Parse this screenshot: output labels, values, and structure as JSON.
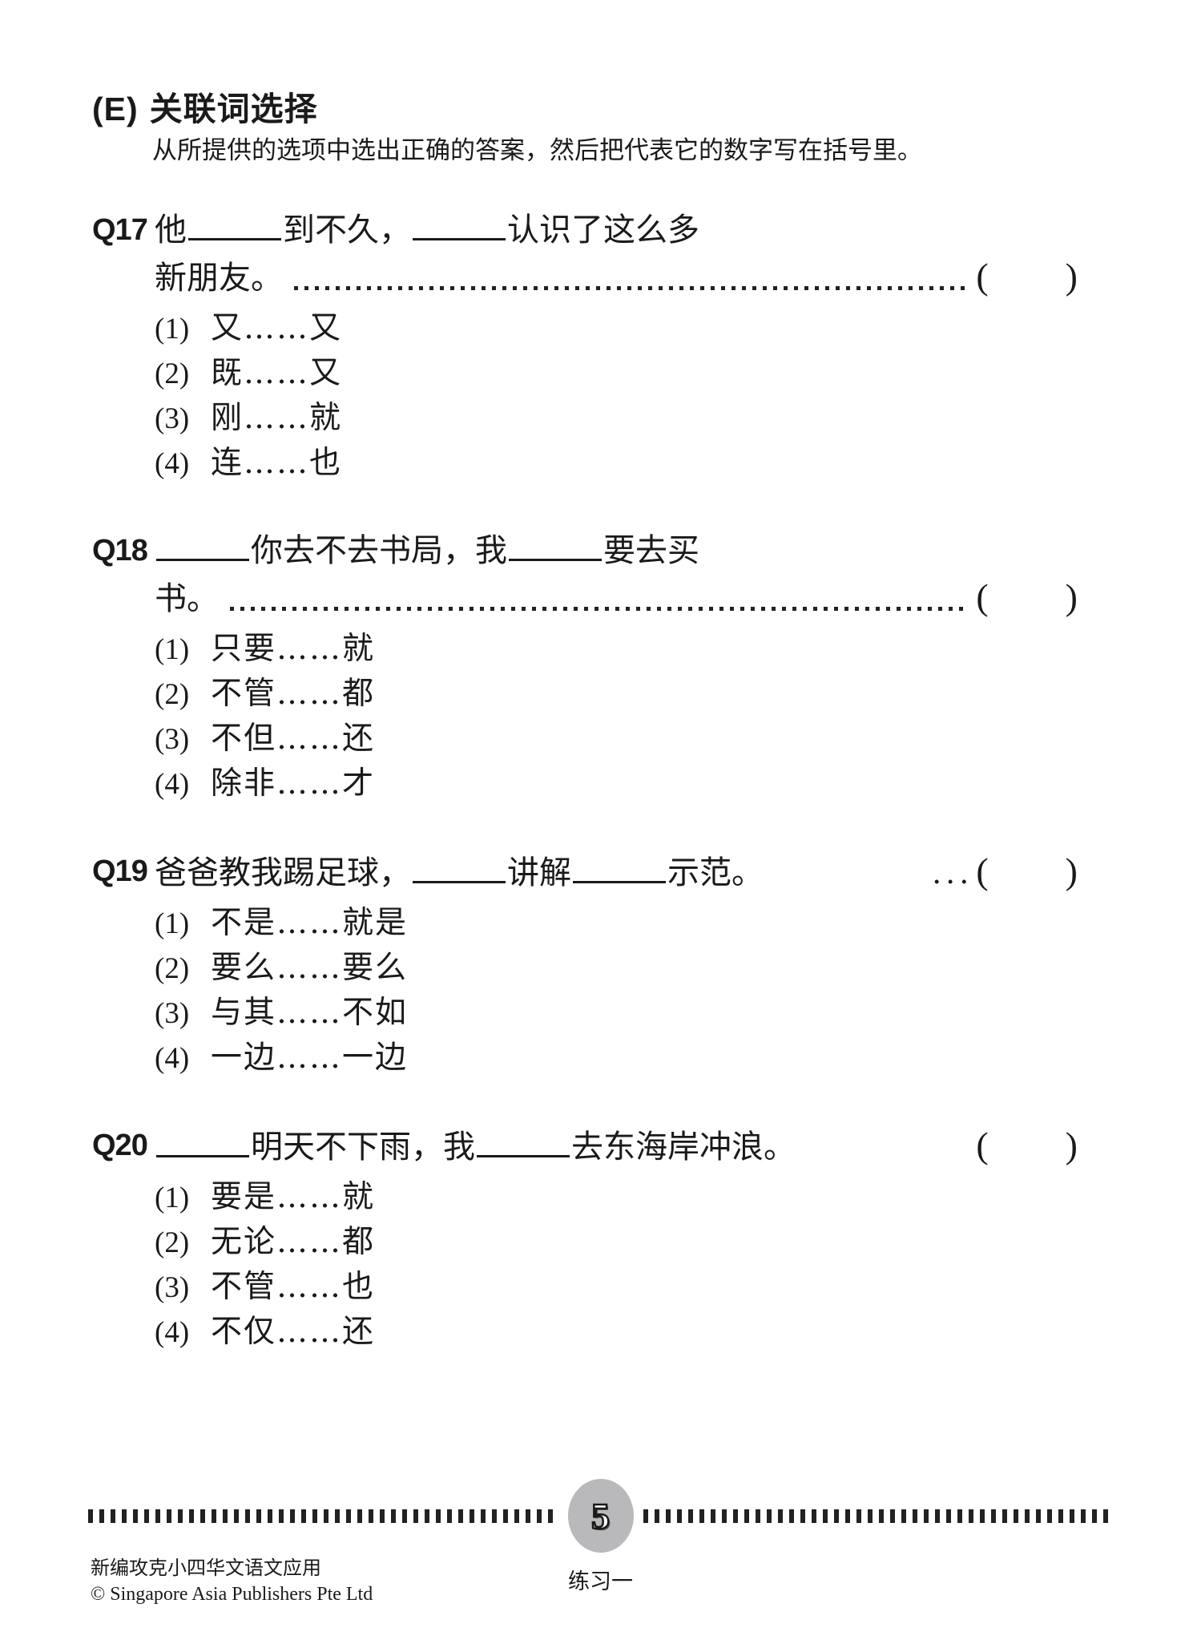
{
  "header": {
    "section_label": "(E)",
    "title": "关联词选择",
    "instruction": "从所提供的选项中选出正确的答案，然后把代表它的数字写在括号里。"
  },
  "marks": {
    "open_paren": "(",
    "close_paren": ")",
    "short_leader": "..."
  },
  "questions": [
    {
      "number": "Q17",
      "lines": [
        {
          "segments": [
            {
              "text": "他"
            },
            {
              "blank": true
            },
            {
              "text": "到不久，"
            },
            {
              "blank": true
            },
            {
              "text": "认识了这么多"
            }
          ]
        },
        {
          "segments": [
            {
              "text": "新朋友。"
            }
          ],
          "leader": "long",
          "bracket": true
        }
      ],
      "options": [
        {
          "num": "(1)",
          "text": "又……又"
        },
        {
          "num": "(2)",
          "text": "既……又"
        },
        {
          "num": "(3)",
          "text": "刚……就"
        },
        {
          "num": "(4)",
          "text": "连……也"
        }
      ]
    },
    {
      "number": "Q18",
      "lines": [
        {
          "segments": [
            {
              "blank": true
            },
            {
              "text": "你去不去书局，我"
            },
            {
              "blank": true
            },
            {
              "text": "要去买"
            }
          ]
        },
        {
          "segments": [
            {
              "text": "书。"
            }
          ],
          "leader": "long",
          "bracket": true
        }
      ],
      "options": [
        {
          "num": "(1)",
          "text": "只要……就"
        },
        {
          "num": "(2)",
          "text": "不管……都"
        },
        {
          "num": "(3)",
          "text": "不但……还"
        },
        {
          "num": "(4)",
          "text": "除非……才"
        }
      ]
    },
    {
      "number": "Q19",
      "lines": [
        {
          "segments": [
            {
              "text": "爸爸教我踢足球，"
            },
            {
              "blank": true
            },
            {
              "text": "讲解"
            },
            {
              "blank": true
            },
            {
              "text": "示范。"
            }
          ],
          "leader": "short",
          "bracket": true
        }
      ],
      "options": [
        {
          "num": "(1)",
          "text": "不是……就是"
        },
        {
          "num": "(2)",
          "text": "要么……要么"
        },
        {
          "num": "(3)",
          "text": "与其……不如"
        },
        {
          "num": "(4)",
          "text": "一边……一边"
        }
      ]
    },
    {
      "number": "Q20",
      "lines": [
        {
          "segments": [
            {
              "blank": true
            },
            {
              "text": "明天不下雨，我"
            },
            {
              "blank": true
            },
            {
              "text": "去东海岸冲浪。"
            }
          ],
          "leader": "none",
          "bracket": true
        }
      ],
      "options": [
        {
          "num": "(1)",
          "text": "要是……就"
        },
        {
          "num": "(2)",
          "text": "无论……都"
        },
        {
          "num": "(3)",
          "text": "不管……也"
        },
        {
          "num": "(4)",
          "text": "不仅……还"
        }
      ]
    }
  ],
  "footer": {
    "page_number": "5",
    "book_title": "新编攻克小四华文语文应用",
    "copyright": "© Singapore Asia Publishers Pte Ltd",
    "exercise_label": "练习一"
  },
  "colors": {
    "text": "#1a1a1a",
    "badge": "#b9b9bb"
  }
}
